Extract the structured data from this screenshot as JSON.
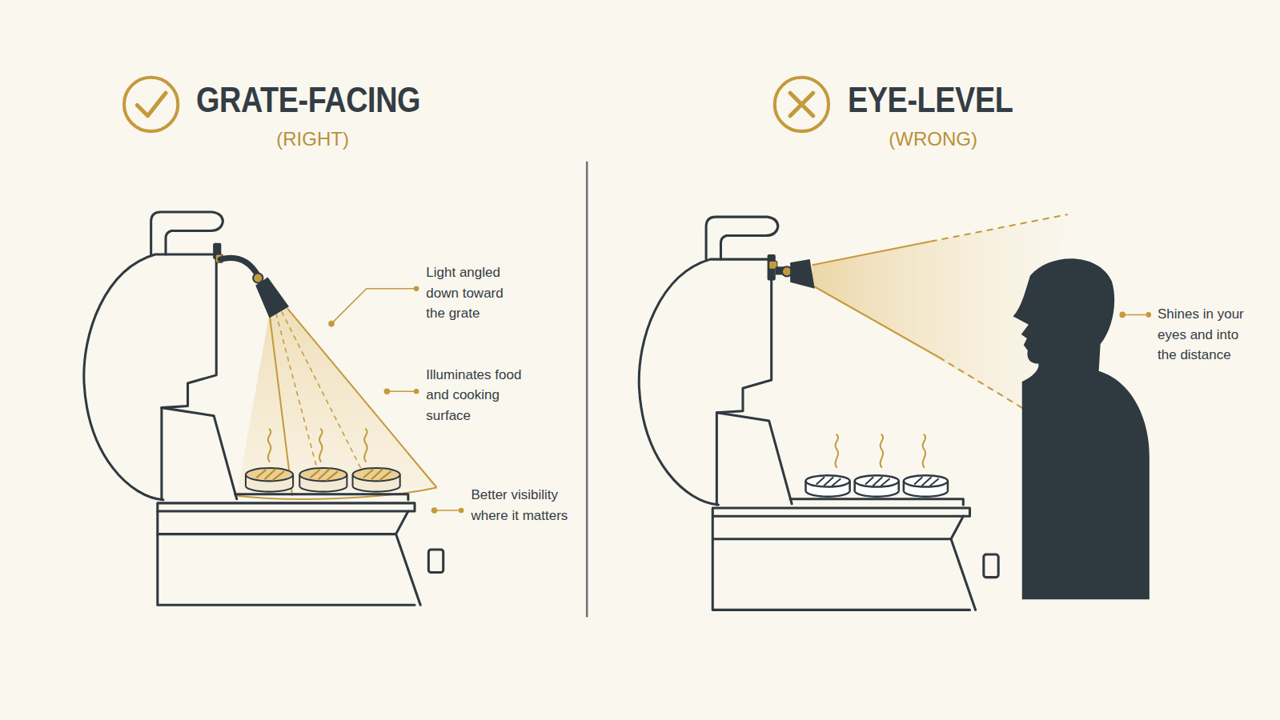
{
  "diagram": {
    "labels": [
      "GRATE-FACING",
      "(RIGHT)",
      "Light angled down toward the grate",
      "Illuminates food and cooking surface",
      "Better visibility where it matters",
      "EYE-LEVEL",
      "(WRONG)",
      "Shines in your eyes and into the distance"
    ]
  }
}
